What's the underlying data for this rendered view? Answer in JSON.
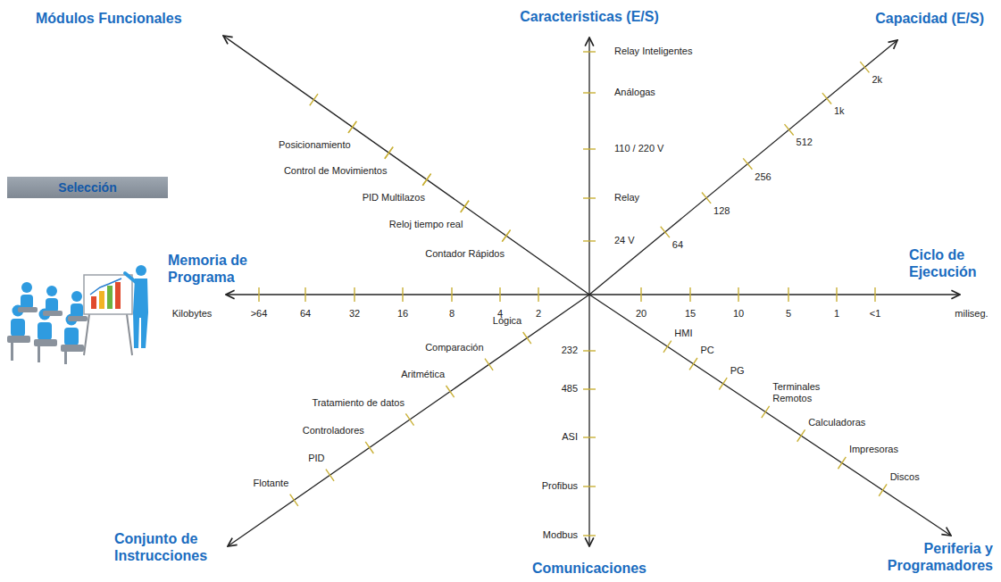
{
  "diagram": {
    "nodes": [
      {
        "text": [
          "Selección"
        ]
      }
    ],
    "labels": [
      "Módulos Funcionales",
      "Caracteristicas (E/S)",
      "Capacidad (E/S)",
      "Memoria de Programa",
      "Ciclo de Ejecución",
      "Conjunto de Instrucciones",
      "Comunicaciones",
      "Periferia y Programadores",
      "Relay Inteligentes",
      "Análogas",
      "110 / 220 V",
      "Relay",
      "24 V",
      "232",
      "485",
      "ASI",
      "Profibus",
      "Modbus",
      "Kilobytes",
      ">64",
      "64",
      "32",
      "16",
      "8",
      "4",
      "2",
      "20",
      "15",
      "10",
      "5",
      "1",
      "<1",
      "miliseg.",
      "Posicionamiento",
      "Control de Movimientos",
      "PID Multilazos",
      "Reloj tiempo real",
      "Contador Rápidos",
      "64",
      "128",
      "256",
      "512",
      "1k",
      "2k",
      "Lógica",
      "Comparación",
      "Aritmética",
      "Tratamiento de datos",
      "Controladores",
      "PID",
      "Flotante",
      "HMI",
      "PC",
      "PG",
      "Terminales Remotos",
      "Calculadoras",
      "Impresoras",
      "Discos"
    ]
  }
}
